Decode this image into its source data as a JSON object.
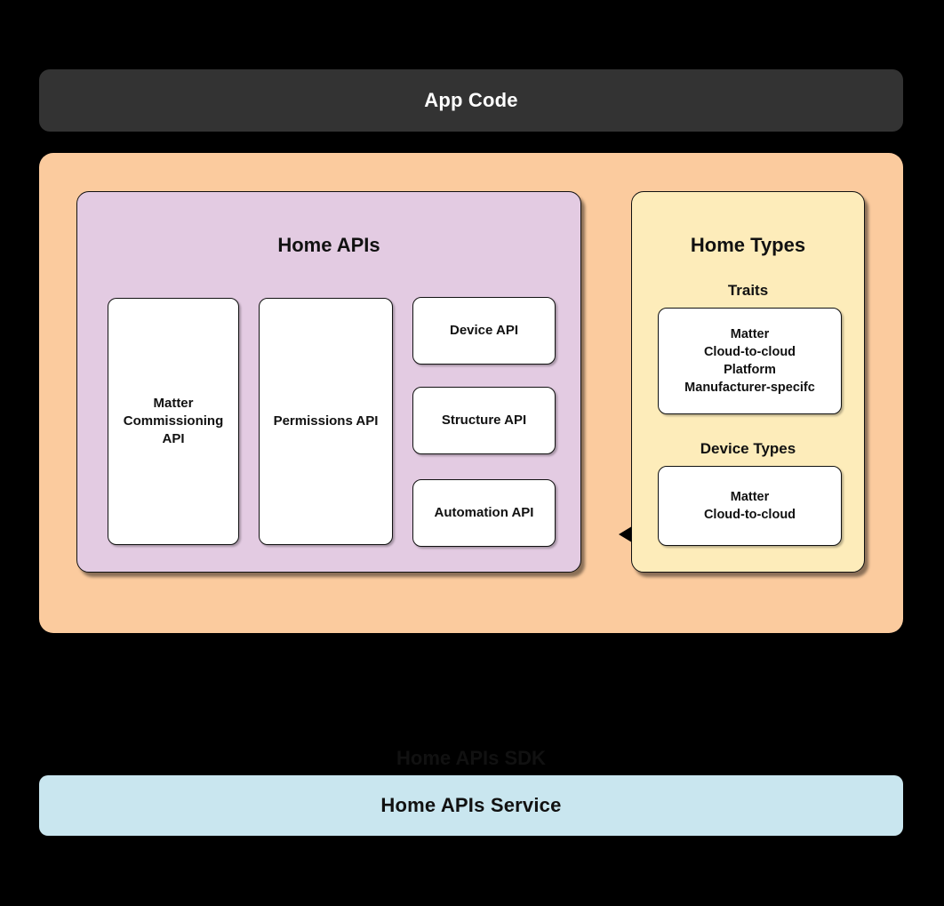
{
  "colors": {
    "background": "#000000",
    "app_code_bar": "#333333",
    "sdk_box": "#FBCB9E",
    "home_apis_panel": "#E3CBE2",
    "home_types_panel": "#FDECBA",
    "service_bar": "#C9E6EF",
    "white_box": "#FFFFFF",
    "text_dark": "#111111",
    "text_light": "#FFFFFF"
  },
  "app_code": {
    "label": "App Code"
  },
  "sdk": {
    "label": "Home APIs SDK",
    "home_apis": {
      "title": "Home APIs",
      "tall_boxes": [
        {
          "lines": [
            "Matter",
            "Commissioning",
            "API"
          ]
        },
        {
          "lines": [
            "Permissions API"
          ]
        }
      ],
      "small_boxes": [
        {
          "label": "Device API"
        },
        {
          "label": "Structure API"
        },
        {
          "label": "Automation API"
        }
      ]
    },
    "home_types": {
      "title": "Home Types",
      "sections": [
        {
          "label": "Traits",
          "items": [
            "Matter",
            "Cloud-to-cloud",
            "Platform",
            "Manufacturer-specifc"
          ]
        },
        {
          "label": "Device Types",
          "items": [
            "Matter",
            "Cloud-to-cloud"
          ]
        }
      ]
    },
    "arrow": {
      "icon": "bidirectional-arrow"
    }
  },
  "service": {
    "label": "Home APIs Service"
  }
}
